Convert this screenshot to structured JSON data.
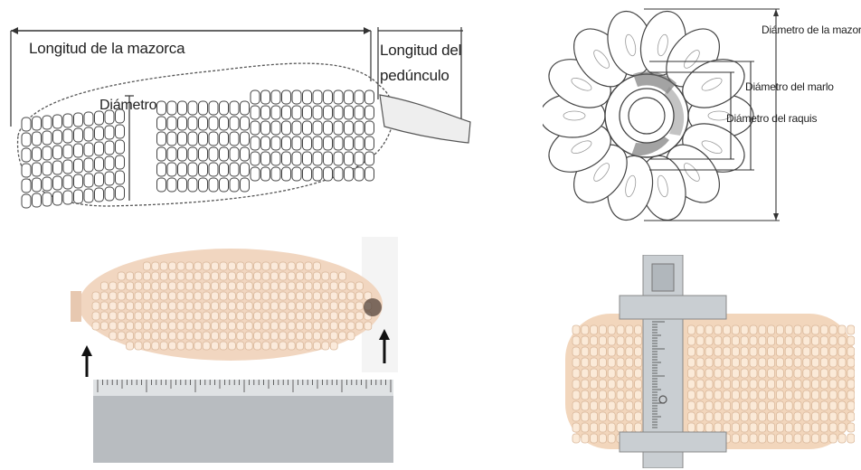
{
  "cob_diagram": {
    "longitud_label": "Longitud de la mazorca",
    "diametro_label": "Diámetro",
    "peduncle_label_line1": "Longitud del",
    "peduncle_label_line2": "pedúnculo"
  },
  "cross_section": {
    "diametro_mazorca": "Diámetro de la mazorca",
    "diametro_marlo": "Diámetro del marlo",
    "diametro_raquis": "Diámetro del raquis"
  },
  "colors": {
    "kernel": "#f3dcc6",
    "kernel_shadow": "#d9b79a",
    "ruler": "#b9bec3",
    "ink": "#333333"
  }
}
